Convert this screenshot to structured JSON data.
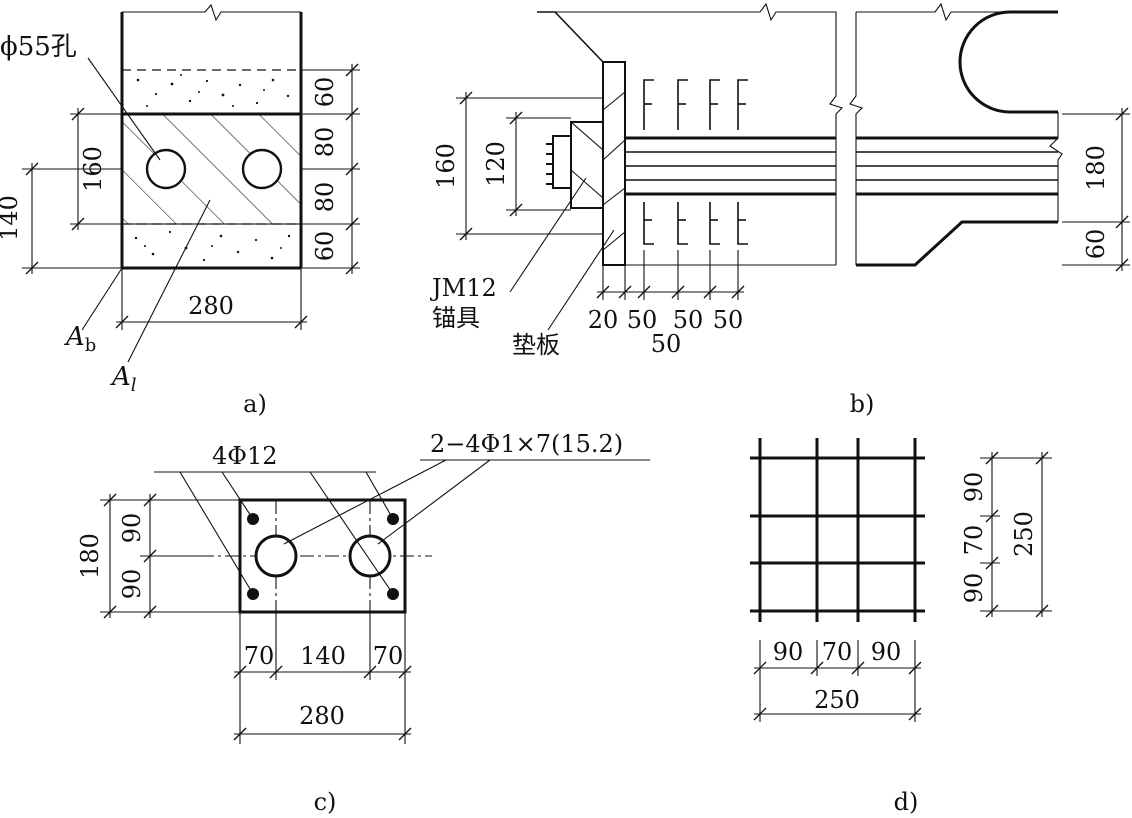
{
  "panel_a": {
    "caption": "a)",
    "hole_label": "ϕ55孔",
    "label_Ab": "A",
    "label_Ab_sub": "b",
    "label_Al": "A",
    "label_Al_sub": "l",
    "dims_right": [
      "60",
      "80",
      "80",
      "60"
    ],
    "dim_left_160": "160",
    "dim_left_140": "140",
    "dim_bottom": "280"
  },
  "panel_b": {
    "caption": "b)",
    "label_anchor_1": "JM12",
    "label_anchor_2": "锚具",
    "label_plate": "垫板",
    "dim_160": "160",
    "dim_120": "120",
    "dim_180": "180",
    "dim_60": "60",
    "dims_bottom": [
      "20",
      "50",
      "50",
      "50"
    ],
    "dim_bottom_2": "50"
  },
  "panel_c": {
    "caption": "c)",
    "label_rebar": "4Φ12",
    "label_strand": "2−4Φ1×7(15.2)",
    "dims_left": [
      "90",
      "90"
    ],
    "dim_left_total": "180",
    "dims_bottom": [
      "70",
      "140",
      "70"
    ],
    "dim_bottom_total": "280"
  },
  "panel_d": {
    "caption": "d)",
    "dims_right": [
      "90",
      "70",
      "90"
    ],
    "dim_right_total": "250",
    "dims_bottom": [
      "90",
      "70",
      "90"
    ],
    "dim_bottom_total": "250"
  }
}
